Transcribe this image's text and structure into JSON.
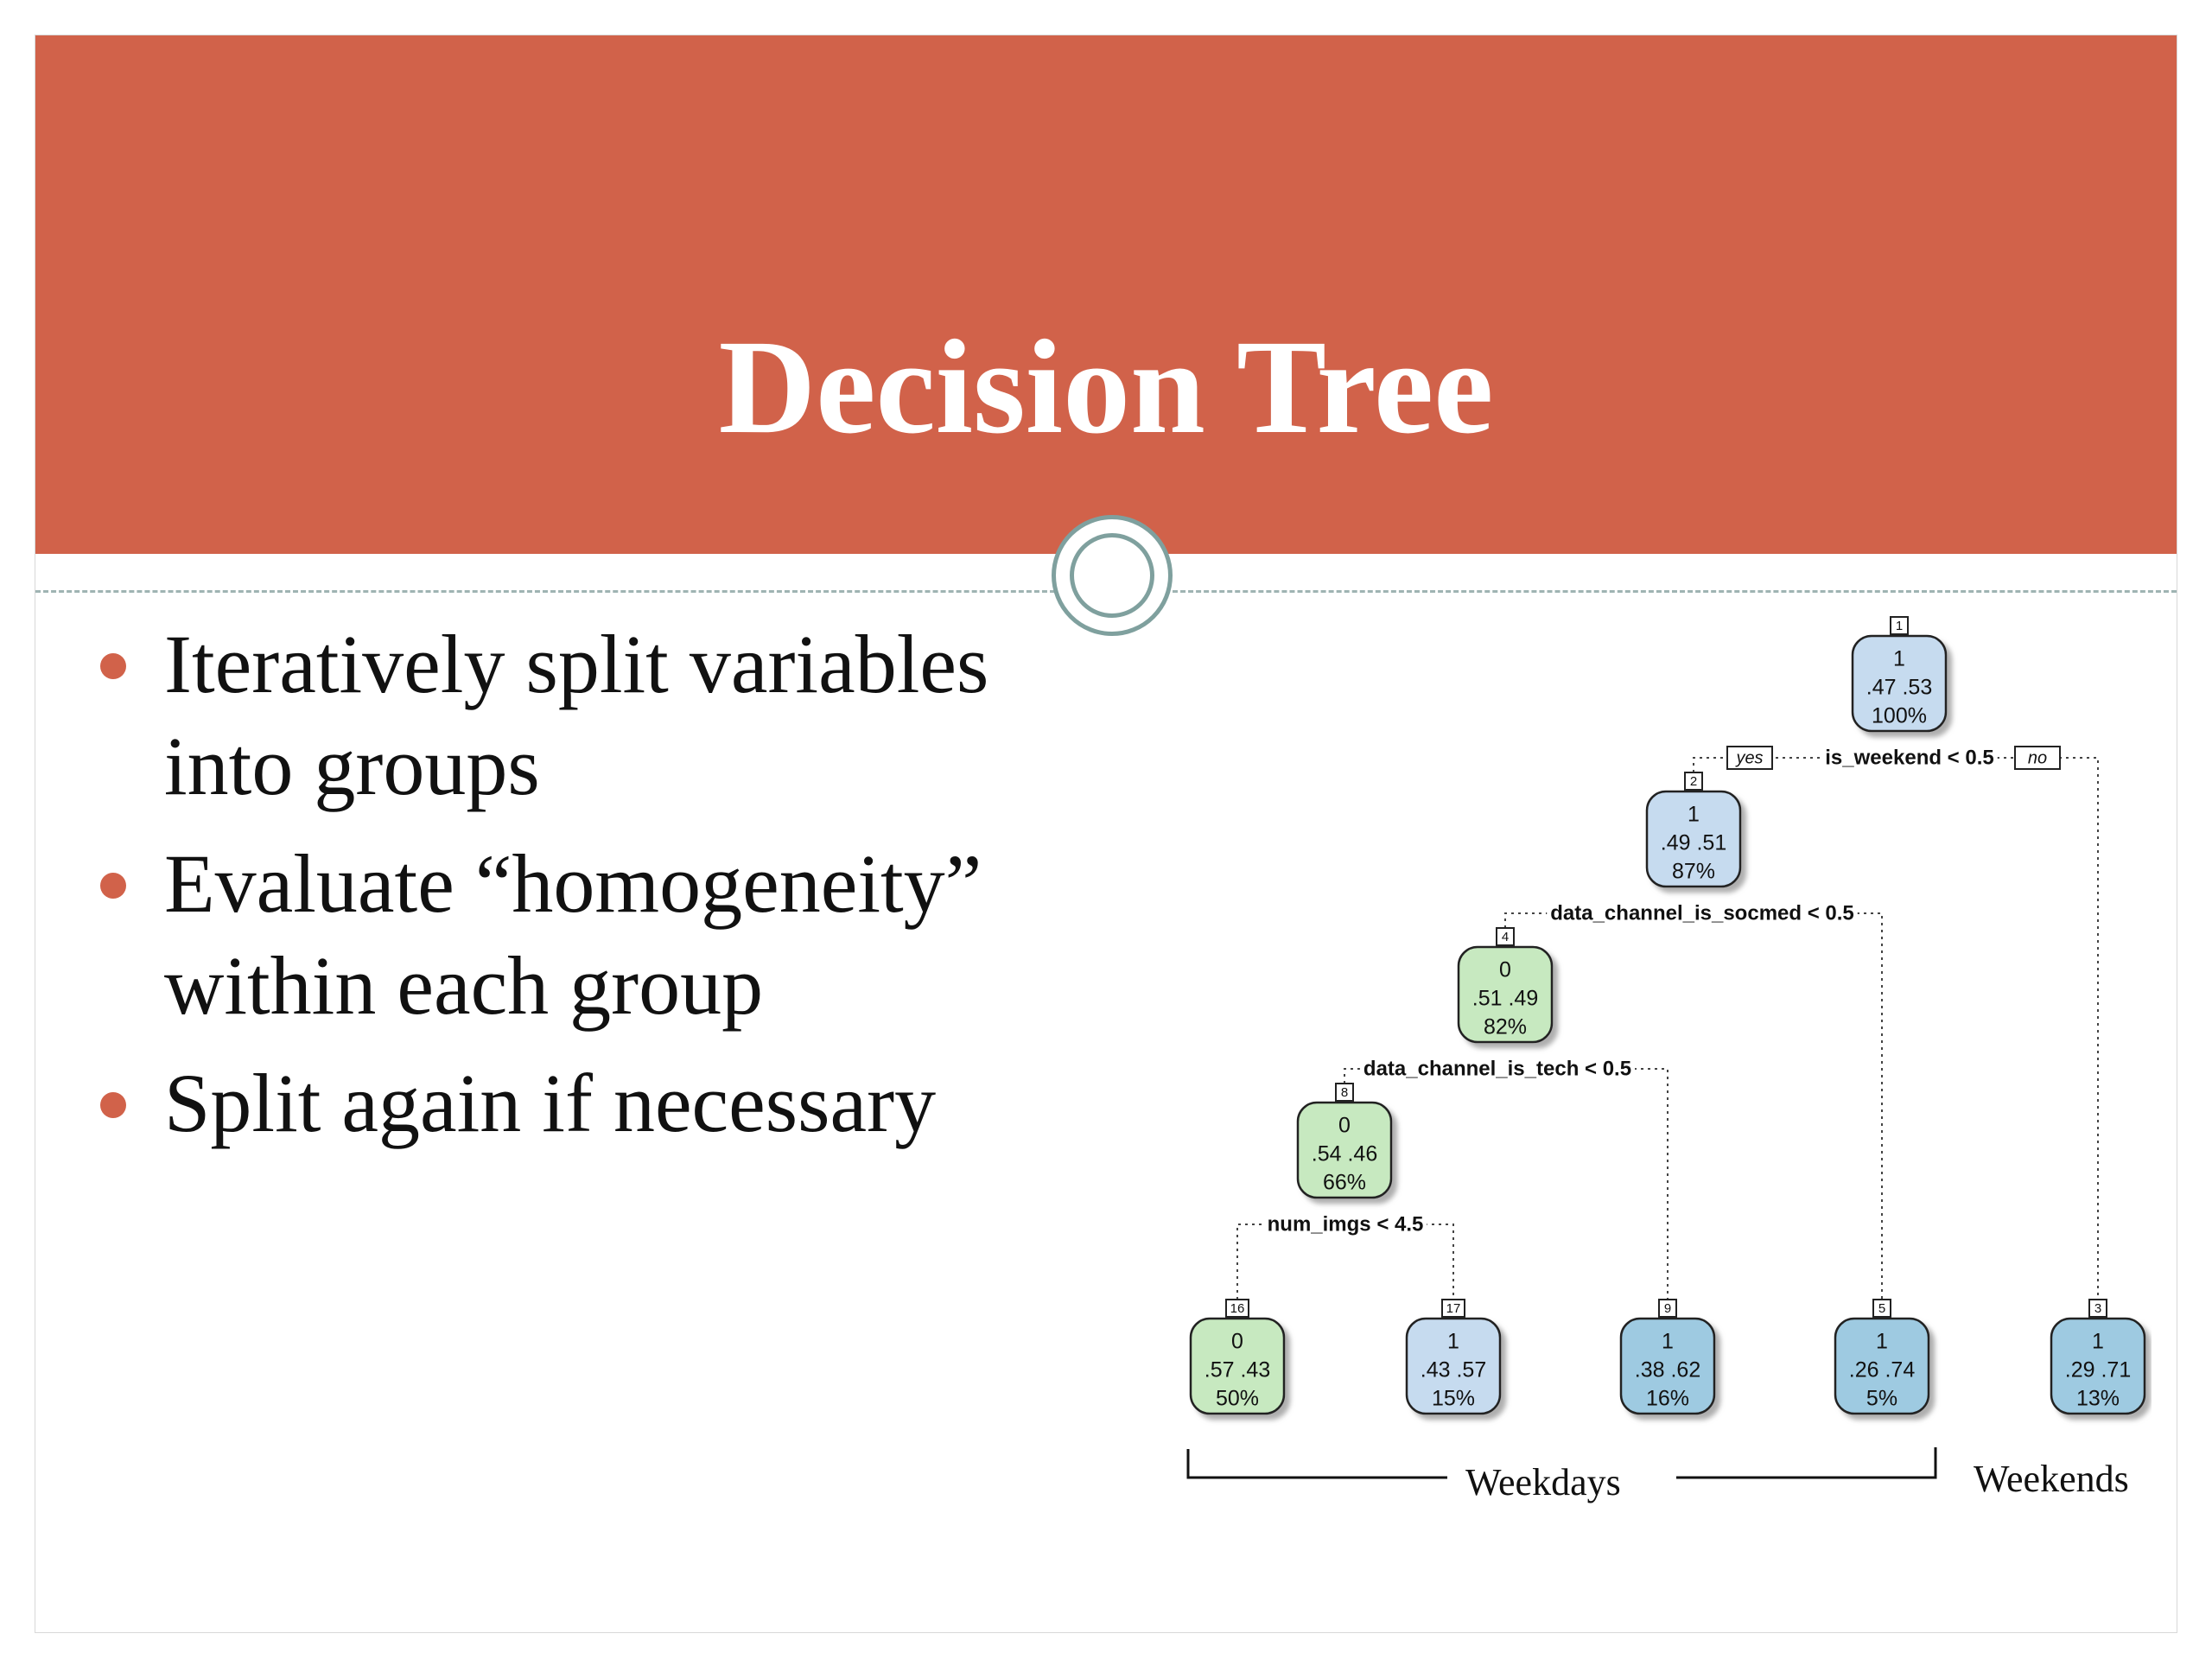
{
  "slide": {
    "title": "Decision Tree",
    "bullets": [
      {
        "text": "Iteratively split variables into groups"
      },
      {
        "text": "Evaluate “homogeneity” within each group"
      },
      {
        "text": "Split again if necessary"
      }
    ],
    "colors": {
      "header": "#d1624a",
      "footer": "#8aa9a8",
      "bullet": "#d1624a",
      "ring": "#7fa09e"
    }
  },
  "tree": {
    "branch_labels": {
      "yes": "yes",
      "no": "no"
    },
    "nodes": [
      {
        "id": "1",
        "cls": "1",
        "probs": ".47  .53",
        "pct": "100%",
        "color": "blue"
      },
      {
        "id": "2",
        "cls": "1",
        "probs": ".49  .51",
        "pct": "87%",
        "color": "blue"
      },
      {
        "id": "4",
        "cls": "0",
        "probs": ".51  .49",
        "pct": "82%",
        "color": "green"
      },
      {
        "id": "8",
        "cls": "0",
        "probs": ".54  .46",
        "pct": "66%",
        "color": "green"
      },
      {
        "id": "16",
        "cls": "0",
        "probs": ".57  .43",
        "pct": "50%",
        "color": "green"
      },
      {
        "id": "17",
        "cls": "1",
        "probs": ".43  .57",
        "pct": "15%",
        "color": "blue"
      },
      {
        "id": "9",
        "cls": "1",
        "probs": ".38  .62",
        "pct": "16%",
        "color": "blue-dark"
      },
      {
        "id": "5",
        "cls": "1",
        "probs": ".26  .74",
        "pct": "5%",
        "color": "blue-dark"
      },
      {
        "id": "3",
        "cls": "1",
        "probs": ".29  .71",
        "pct": "13%",
        "color": "blue-dark"
      }
    ],
    "splits": [
      {
        "label": "is_weekend < 0.5"
      },
      {
        "label": "data_channel_is_socmed < 0.5"
      },
      {
        "label": "data_channel_is_tech < 0.5"
      },
      {
        "label": "num_imgs < 4.5"
      }
    ],
    "groups": {
      "weekdays": "Weekdays",
      "weekends": "Weekends"
    }
  }
}
